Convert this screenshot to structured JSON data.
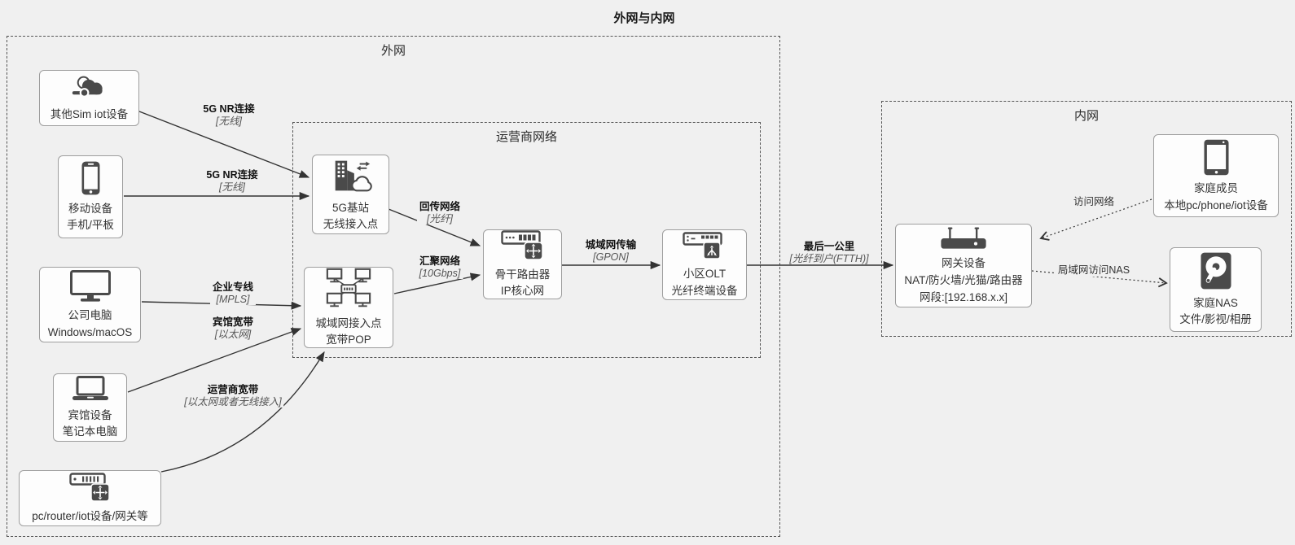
{
  "title": "外网与内网",
  "containers": {
    "external": {
      "label": "外网"
    },
    "operator": {
      "label": "运营商网络"
    },
    "internal": {
      "label": "内网"
    }
  },
  "nodes": {
    "sim_iot": {
      "label": "其他Sim iot设备",
      "icon": "cloud-iot-icon"
    },
    "mobile": {
      "line1": "移动设备",
      "line2": "手机/平板",
      "icon": "smartphone-icon"
    },
    "company_pc": {
      "line1": "公司电脑",
      "line2": "Windows/macOS",
      "icon": "desktop-monitor-icon"
    },
    "hotel_laptop": {
      "line1": "宾馆设备",
      "line2": "笔记本电脑",
      "icon": "laptop-icon"
    },
    "pc_router": {
      "label": "pc/router/iot设备/网关等",
      "icon": "router-rack-icon"
    },
    "bs_5g": {
      "line1": "5G基站",
      "line2": "无线接入点",
      "icon": "base-station-icon"
    },
    "metro_pop": {
      "line1": "城域网接入点",
      "line2": "宽带POP",
      "icon": "lan-topology-icon"
    },
    "core_router": {
      "line1": "骨干路由器",
      "line2": "IP核心网",
      "icon": "core-router-icon"
    },
    "olt": {
      "line1": "小区OLT",
      "line2": "光纤终端设备",
      "icon": "olt-switch-icon"
    },
    "gateway": {
      "line1": "网关设备",
      "line2": "NAT/防火墙/光猫/路由器",
      "line3": "网段:[192.168.x.x]",
      "icon": "wifi-router-icon"
    },
    "family": {
      "line1": "家庭成员",
      "line2": "本地pc/phone/iot设备",
      "icon": "tablet-icon"
    },
    "nas": {
      "line1": "家庭NAS",
      "line2": "文件/影视/相册",
      "icon": "hard-disk-icon"
    }
  },
  "edges": {
    "sim_to_bs": {
      "label": "5G NR连接",
      "sub": "[无线]",
      "style": "solid"
    },
    "mobile_to_bs": {
      "label": "5G NR连接",
      "sub": "[无线]",
      "style": "solid"
    },
    "pc_to_pop": {
      "label": "企业专线",
      "sub": "[MPLS]",
      "style": "solid"
    },
    "hotel_to_pop": {
      "label": "宾馆宽带",
      "sub": "[以太网]",
      "style": "solid"
    },
    "router_to_pop": {
      "label": "运营商宽带",
      "sub": "[以太网或者无线接入]",
      "style": "solid"
    },
    "bs_to_core": {
      "label": "回传网络",
      "sub": "[光纤]",
      "style": "solid"
    },
    "pop_to_core": {
      "label": "汇聚网络",
      "sub": "[10Gbps]",
      "style": "solid"
    },
    "core_to_olt": {
      "label": "城域网传输",
      "sub": "[GPON]",
      "style": "solid"
    },
    "olt_to_gateway": {
      "label": "最后一公里",
      "sub": "[光纤到户(FTTH)]",
      "style": "solid"
    },
    "family_to_gateway": {
      "label": "访问网络",
      "style": "dotted"
    },
    "gateway_to_nas": {
      "label": "局域网访问NAS",
      "style": "dotted"
    }
  },
  "colors": {
    "background": "#f0f0f0",
    "icon": "#4a4a4a",
    "node_fill": "#fdfdfd",
    "node_border": "#9e9e9e",
    "edge": "#333333",
    "container_border": "#555555"
  }
}
